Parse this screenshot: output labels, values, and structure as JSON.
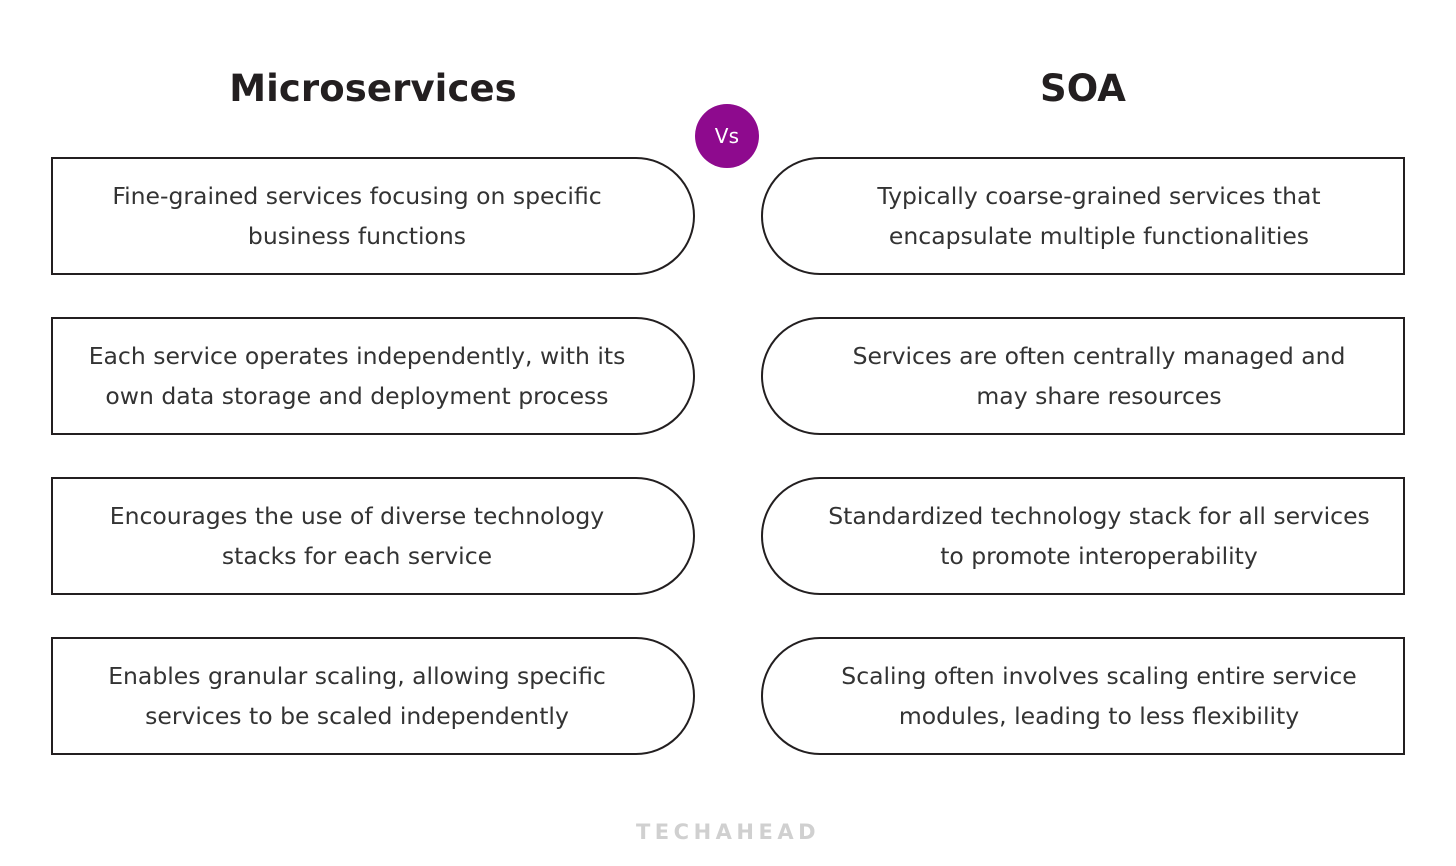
{
  "header": {
    "left_title": "Microservices",
    "right_title": "SOA",
    "vs_badge": "Vs"
  },
  "colors": {
    "badge_background": "#8e0a8e",
    "badge_text": "#ffffff",
    "card_border": "#231f20",
    "card_text": "#333333",
    "heading_text": "#231f20",
    "watermark_text": "#d0d0d0",
    "page_background": "#ffffff"
  },
  "comparison": {
    "rows": [
      {
        "left": "Fine-grained services focusing on specific business functions",
        "right": "Typically coarse-grained services that encapsulate multiple functionalities"
      },
      {
        "left": "Each service operates independently, with its own data storage and deployment process",
        "right": "Services are often centrally managed and may share resources"
      },
      {
        "left": "Encourages the use of diverse technology stacks for each service",
        "right": "Standardized technology stack for all services to promote interoperability"
      },
      {
        "left": "Enables granular scaling, allowing specific services to be scaled independently",
        "right": "Scaling often involves scaling entire service modules, leading to less flexibility"
      }
    ]
  },
  "footer": {
    "watermark": "TECHAHEAD"
  }
}
